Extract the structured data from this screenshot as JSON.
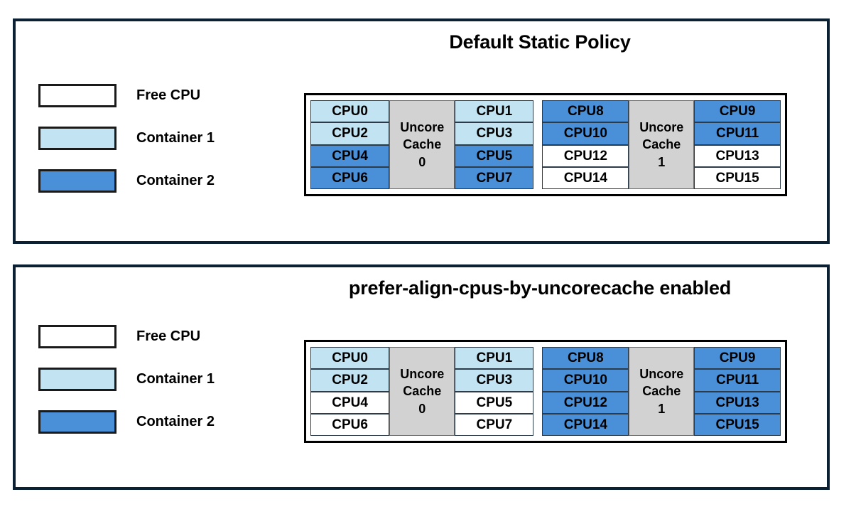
{
  "colors": {
    "free_cpu": "#ffffff",
    "container1": "#c2e4f2",
    "container2": "#4a90d9",
    "cache_block": "#d2d2d2",
    "panel_border": "#0b2133",
    "cell_border": "#2b3b4a"
  },
  "legend": {
    "items": [
      {
        "label": "Free CPU",
        "fill": "free"
      },
      {
        "label": "Container 1",
        "fill": "c1"
      },
      {
        "label": "Container 2",
        "fill": "c2"
      }
    ]
  },
  "panels": [
    {
      "id": "default-static-policy",
      "title": "Default Static Policy",
      "cache_groups": [
        {
          "cache_label_line1": "Uncore",
          "cache_label_line2": "Cache",
          "cache_label_line3": "0",
          "left_column": [
            {
              "label": "CPU0",
              "fill": "c1"
            },
            {
              "label": "CPU2",
              "fill": "c1"
            },
            {
              "label": "CPU4",
              "fill": "c2"
            },
            {
              "label": "CPU6",
              "fill": "c2"
            }
          ],
          "right_column": [
            {
              "label": "CPU1",
              "fill": "c1"
            },
            {
              "label": "CPU3",
              "fill": "c1"
            },
            {
              "label": "CPU5",
              "fill": "c2"
            },
            {
              "label": "CPU7",
              "fill": "c2"
            }
          ]
        },
        {
          "cache_label_line1": "Uncore",
          "cache_label_line2": "Cache",
          "cache_label_line3": "1",
          "left_column": [
            {
              "label": "CPU8",
              "fill": "c2"
            },
            {
              "label": "CPU10",
              "fill": "c2"
            },
            {
              "label": "CPU12",
              "fill": "free"
            },
            {
              "label": "CPU14",
              "fill": "free"
            }
          ],
          "right_column": [
            {
              "label": "CPU9",
              "fill": "c2"
            },
            {
              "label": "CPU11",
              "fill": "c2"
            },
            {
              "label": "CPU13",
              "fill": "free"
            },
            {
              "label": "CPU15",
              "fill": "free"
            }
          ]
        }
      ]
    },
    {
      "id": "prefer-align-cpus-by-uncorecache-enabled",
      "title": "prefer-align-cpus-by-uncorecache enabled",
      "cache_groups": [
        {
          "cache_label_line1": "Uncore",
          "cache_label_line2": "Cache",
          "cache_label_line3": "0",
          "left_column": [
            {
              "label": "CPU0",
              "fill": "c1"
            },
            {
              "label": "CPU2",
              "fill": "c1"
            },
            {
              "label": "CPU4",
              "fill": "free"
            },
            {
              "label": "CPU6",
              "fill": "free"
            }
          ],
          "right_column": [
            {
              "label": "CPU1",
              "fill": "c1"
            },
            {
              "label": "CPU3",
              "fill": "c1"
            },
            {
              "label": "CPU5",
              "fill": "free"
            },
            {
              "label": "CPU7",
              "fill": "free"
            }
          ]
        },
        {
          "cache_label_line1": "Uncore",
          "cache_label_line2": "Cache",
          "cache_label_line3": "1",
          "left_column": [
            {
              "label": "CPU8",
              "fill": "c2"
            },
            {
              "label": "CPU10",
              "fill": "c2"
            },
            {
              "label": "CPU12",
              "fill": "c2"
            },
            {
              "label": "CPU14",
              "fill": "c2"
            }
          ],
          "right_column": [
            {
              "label": "CPU9",
              "fill": "c2"
            },
            {
              "label": "CPU11",
              "fill": "c2"
            },
            {
              "label": "CPU13",
              "fill": "c2"
            },
            {
              "label": "CPU15",
              "fill": "c2"
            }
          ]
        }
      ]
    }
  ]
}
